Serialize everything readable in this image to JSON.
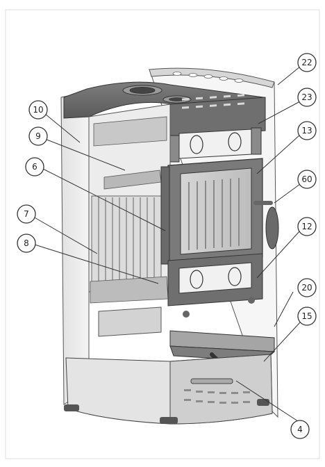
{
  "diagram": {
    "callouts": [
      {
        "id": "c22",
        "label": "22"
      },
      {
        "id": "c23",
        "label": "23"
      },
      {
        "id": "c13",
        "label": "13"
      },
      {
        "id": "c60",
        "label": "60"
      },
      {
        "id": "c12",
        "label": "12"
      },
      {
        "id": "c20",
        "label": "20"
      },
      {
        "id": "c15",
        "label": "15"
      },
      {
        "id": "c4",
        "label": "4"
      },
      {
        "id": "c10",
        "label": "10"
      },
      {
        "id": "c9",
        "label": "9"
      },
      {
        "id": "c6",
        "label": "6"
      },
      {
        "id": "c7",
        "label": "7"
      },
      {
        "id": "c8",
        "label": "8"
      }
    ]
  }
}
